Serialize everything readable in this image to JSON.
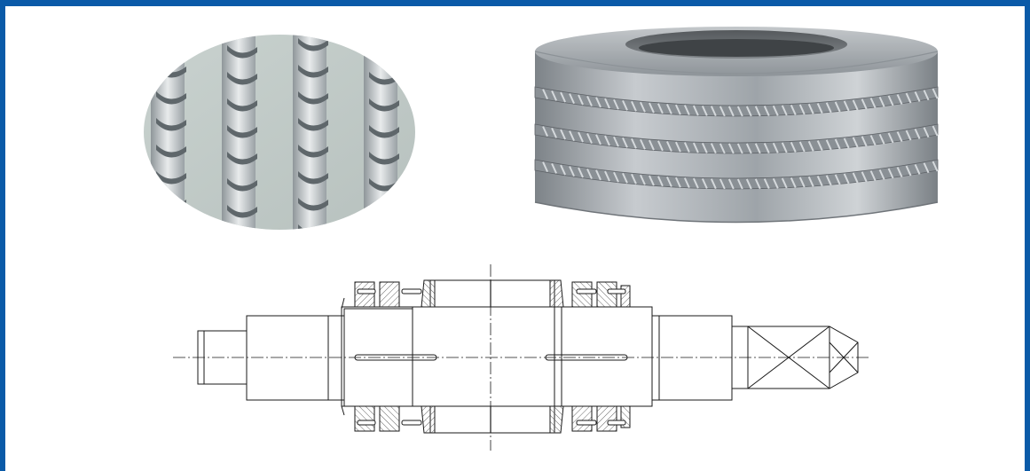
{
  "colors": {
    "frame_border": "#0a5aa8",
    "background": "#ffffff",
    "steel_light": "#d9dcdf",
    "steel_mid": "#a9aeb3",
    "steel_dark": "#6d7277",
    "drawing_line": "#1a1a1a",
    "hatch": "#555555"
  },
  "images": {
    "closeup": "roll-groove-closeup-photo",
    "roll": "grooved-carbide-roll-ring-photo",
    "drawing": "roll-shaft-assembly-drawing"
  }
}
